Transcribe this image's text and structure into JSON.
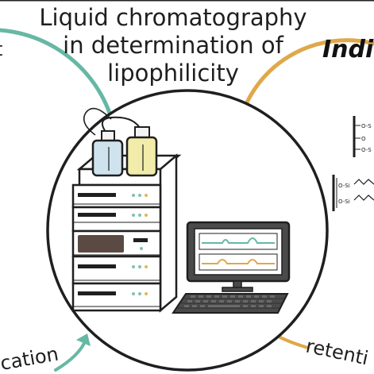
{
  "title": {
    "line1": "Liquid chromatography",
    "line2": "in determination of",
    "line3": "lipophilicity"
  },
  "left_fragment": "t",
  "right_heading": "Indi",
  "bottom_left_label": "cation",
  "bottom_right_label": "retenti",
  "chem_labels": {
    "os_top": "O-S",
    "o_mid": "O",
    "os_bot": "O-S",
    "si_top": "O-Si",
    "si_bot": "O-Si"
  },
  "colors": {
    "teal": "#66b8a4",
    "gold": "#dfa84a",
    "outline": "#1f1f1f",
    "bottle_blue": "#cfe3ee",
    "bottle_yellow": "#f2ecab",
    "dark_panel": "#5b4a44",
    "screen_frame": "#4a4a4a",
    "led_green": "#7fc3a8",
    "led_gold": "#e3b45a"
  }
}
